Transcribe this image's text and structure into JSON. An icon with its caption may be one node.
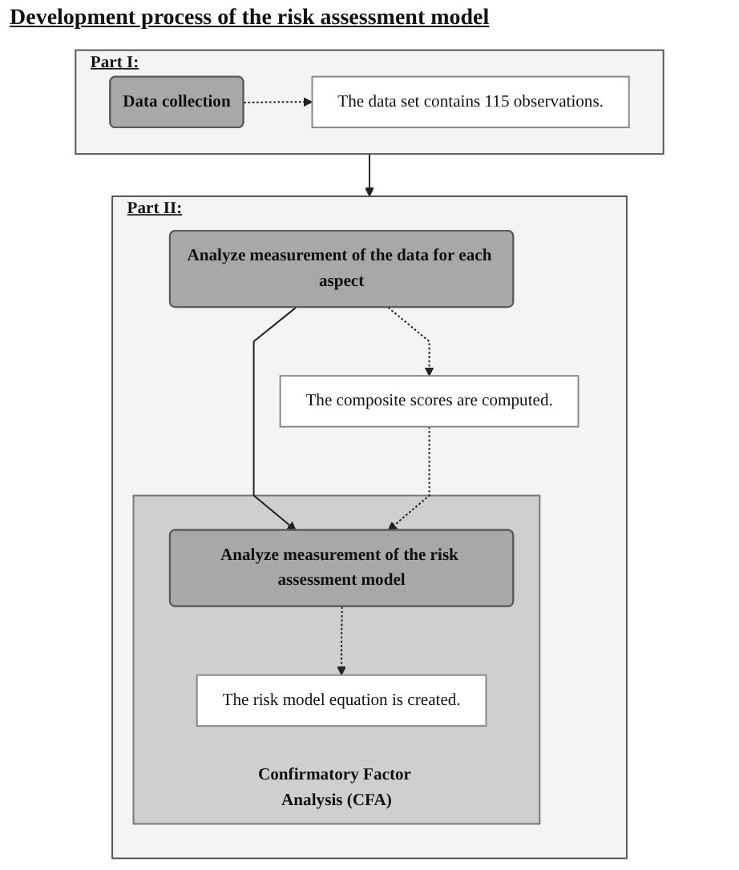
{
  "diagram": {
    "title": "Development process of the risk assessment model",
    "nodes": [
      {
        "text": [
          "Part I:"
        ]
      },
      {
        "text": [
          "Data collection"
        ],
        "in": 0
      },
      {
        "text": [
          "The data set contains 115 observations."
        ],
        "in": 0
      },
      {
        "text": [
          "Part II:"
        ]
      },
      {
        "text": [
          "Analyze measurement of the data for each aspect"
        ],
        "in": 3
      },
      {
        "text": [
          "The composite scores are computed."
        ],
        "in": 3
      },
      {
        "text": [
          "Confirmatory Factor Analysis (CFA)"
        ],
        "in": 3
      },
      {
        "text": [
          "Analyze measurement of the risk assessment model"
        ],
        "in": 6
      },
      {
        "text": [
          "The risk model equation is created."
        ],
        "in": 6
      }
    ],
    "edges": [
      {
        "from": 1,
        "to": 2,
        "arrow": "to",
        "style": "dashed"
      },
      {
        "from": 0,
        "to": 3,
        "arrow": "to"
      },
      {
        "from": 4,
        "to": 5,
        "arrow": "to",
        "style": "dashed"
      },
      {
        "from": 4,
        "to": 7,
        "arrow": "to"
      },
      {
        "from": 5,
        "to": 7,
        "arrow": "to",
        "style": "dashed"
      },
      {
        "from": 7,
        "to": 8,
        "arrow": "to",
        "style": "dashed"
      }
    ]
  }
}
